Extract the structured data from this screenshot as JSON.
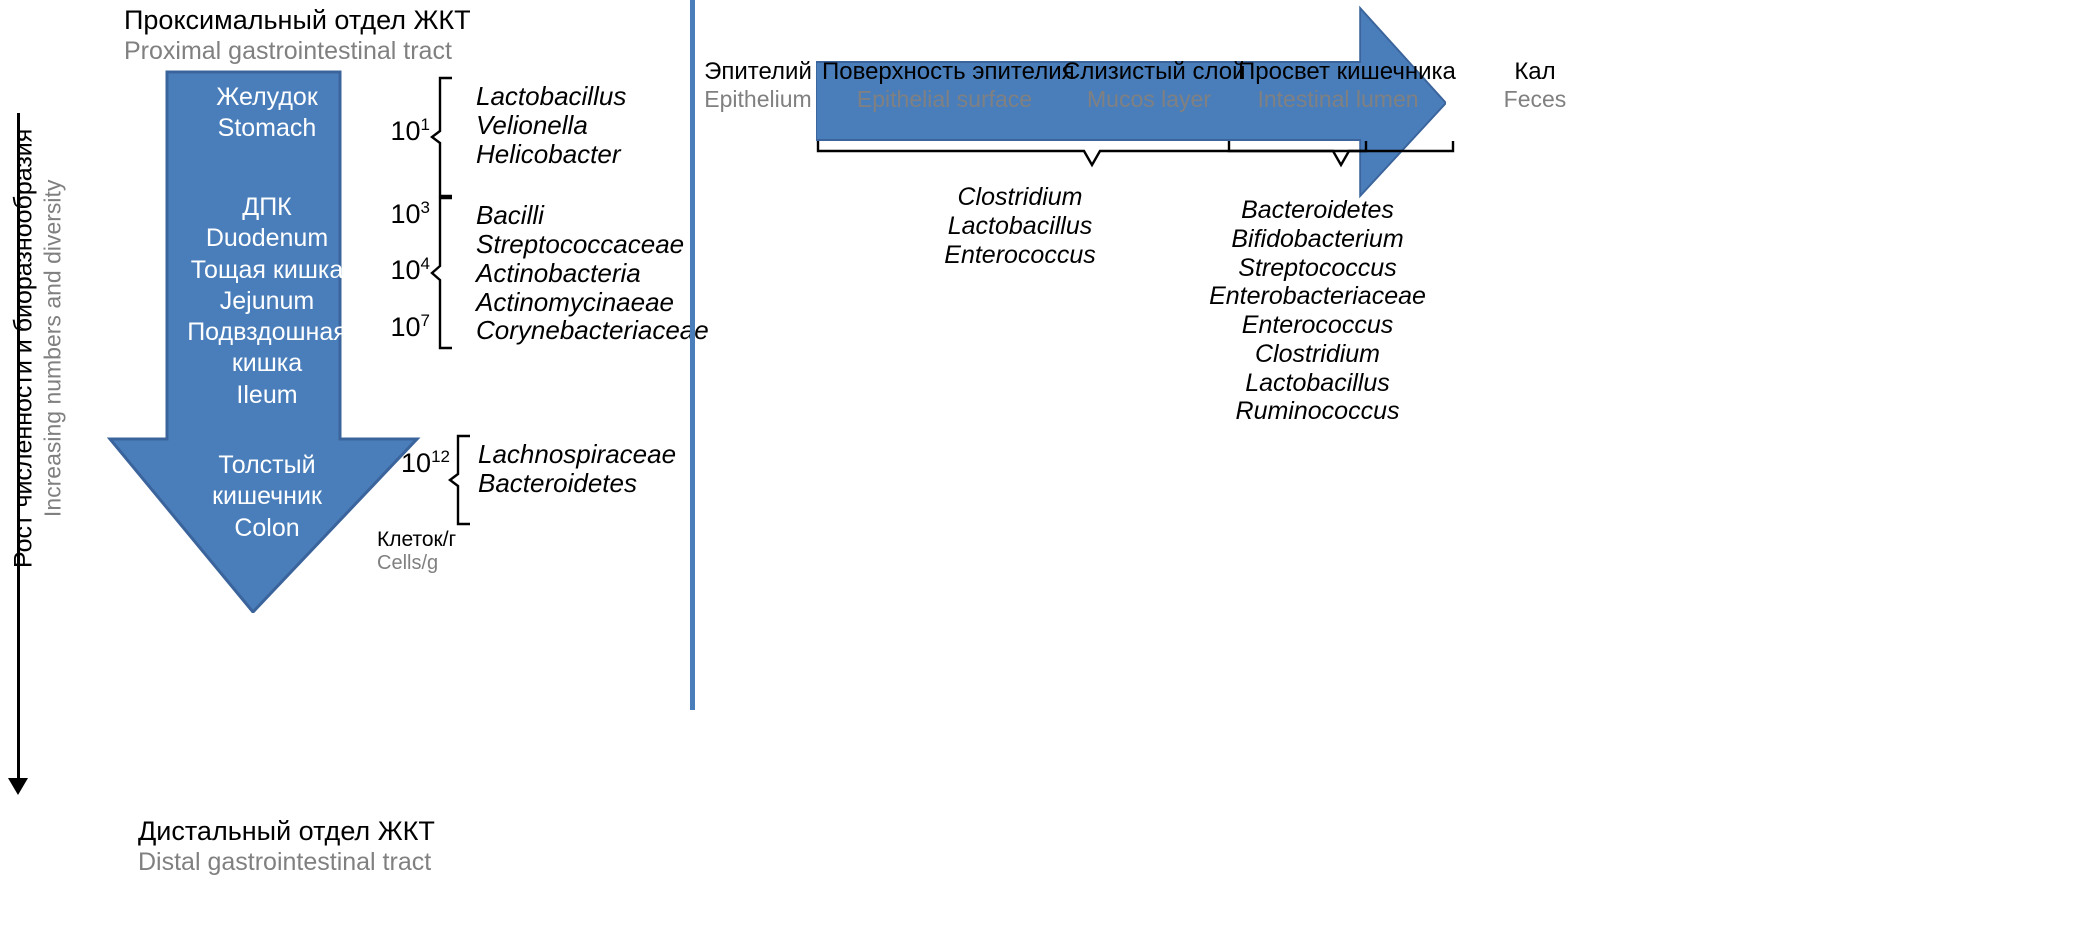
{
  "colors": {
    "blue": "#4a7ebb",
    "blue_border": "#3a649b",
    "text_primary": "#000000",
    "text_secondary": "#808080",
    "white": "#ffffff"
  },
  "left_panel": {
    "axis": {
      "ru": "Рост численности и биоразнообразия",
      "en": "Increasing numbers and diversity",
      "direction": "down"
    },
    "top_label": {
      "ru": "Проксимальный отдел ЖКТ",
      "en": "Proximal gastrointestinal tract"
    },
    "bottom_label": {
      "ru": "Дистальный отдел ЖКТ",
      "en": "Distal gastrointestinal tract"
    },
    "organs": [
      {
        "ru": "Желудок",
        "en": "Stomach"
      },
      {
        "ru": "ДПК",
        "en": "Duodenum",
        "ru2": "Тощая кишка",
        "en2": "Jejunum",
        "ru3": "Подвздошная кишка",
        "en3": "Ileum"
      },
      {
        "ru": "Толстый кишечник",
        "en": "Colon"
      }
    ],
    "counts": [
      {
        "base": "10",
        "exp": "1"
      },
      {
        "base": "10",
        "exp": "3"
      },
      {
        "base": "10",
        "exp": "4"
      },
      {
        "base": "10",
        "exp": "7"
      },
      {
        "base": "10",
        "exp": "12"
      }
    ],
    "units": {
      "ru": "Клеток/г",
      "en": "Cells/g"
    },
    "bacteria_groups": [
      {
        "region": "stomach",
        "taxa": [
          "Lactobacillus",
          "Velionella",
          "Helicobacter"
        ]
      },
      {
        "region": "small-intestine",
        "taxa": [
          "Bacilli",
          "Streptococcaceae",
          "Actinobacteria",
          "Actinomycinaeae",
          "Corynebacteriaceae"
        ]
      },
      {
        "region": "colon",
        "taxa": [
          "Lachnospiraceae",
          "Bacteroidetes"
        ]
      }
    ]
  },
  "right_panel": {
    "start_label": {
      "ru": "Эпителий",
      "en": "Epithelium"
    },
    "end_label": {
      "ru": "Кал",
      "en": "Feces"
    },
    "zones": [
      {
        "ru": "Поверхность эпителия",
        "en": "Epithelial surface"
      },
      {
        "ru": "Слизистый слой",
        "en": "Mucos layer"
      },
      {
        "ru": "Просвет кишечника",
        "en": "Intestinal lumen"
      }
    ],
    "bacteria_groups": [
      {
        "region": "epithelium-mucosa",
        "taxa": [
          "Clostridium",
          "Lactobacillus",
          "Enterococcus"
        ]
      },
      {
        "region": "lumen",
        "taxa": [
          "Bacteroidetes",
          "Bifidobacterium",
          "Streptococcus",
          "Enterobacteriaceae",
          "Enterococcus",
          "Clostridium",
          "Lactobacillus",
          "Ruminococcus"
        ]
      }
    ]
  }
}
